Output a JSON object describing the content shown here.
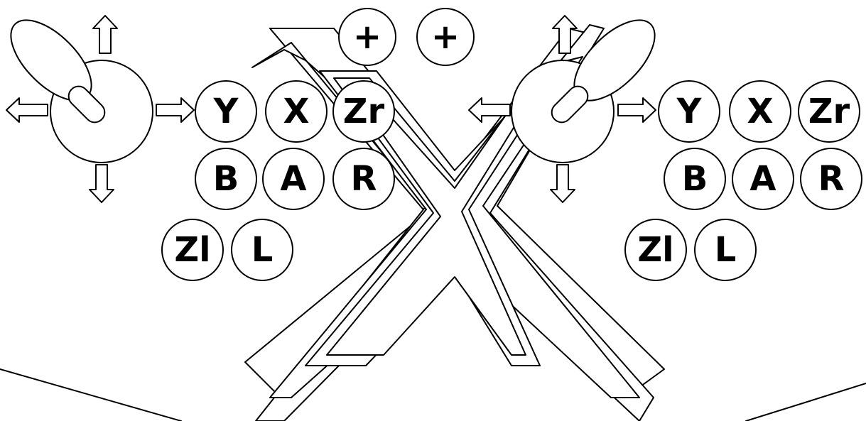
{
  "colors": {
    "stroke": "#000000",
    "fill": "#ffffff"
  },
  "system_buttons": {
    "minus": "+",
    "plus": "+"
  },
  "left_panel": {
    "joystick": {
      "icon": "joystick-icon",
      "arrows": [
        "arrow-up-icon",
        "arrow-down-icon",
        "arrow-left-icon",
        "arrow-right-icon"
      ]
    },
    "buttons": {
      "y": "Y",
      "x": "X",
      "zr": "Zr",
      "b": "B",
      "a": "A",
      "r": "R",
      "zl": "Zl",
      "l": "L"
    }
  },
  "right_panel": {
    "joystick": {
      "icon": "joystick-icon",
      "arrows": [
        "arrow-up-icon",
        "arrow-down-icon",
        "arrow-left-icon",
        "arrow-right-icon"
      ]
    },
    "buttons": {
      "y": "Y",
      "x": "X",
      "zr": "Zr",
      "b": "B",
      "a": "A",
      "r": "R",
      "zl": "Zl",
      "l": "L"
    }
  }
}
